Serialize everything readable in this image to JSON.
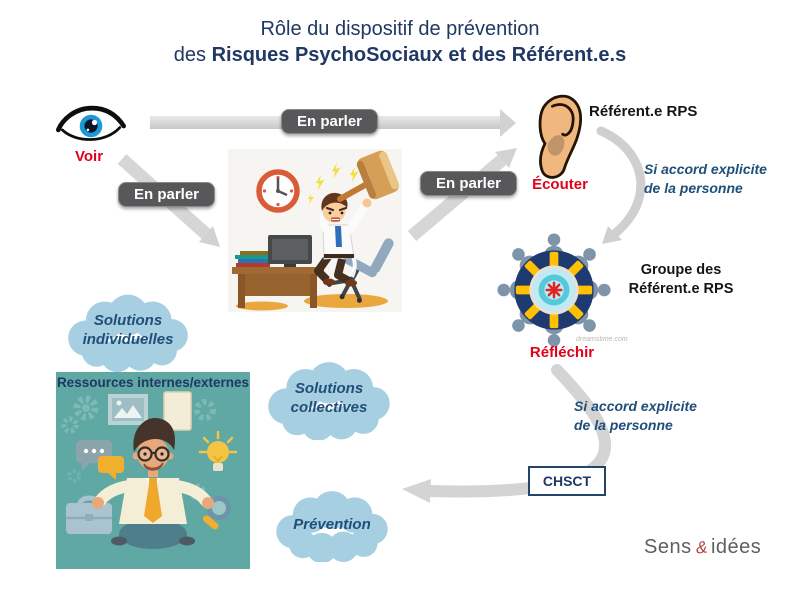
{
  "title": {
    "line1": "Rôle du dispositif de prévention",
    "line2_prefix": "des ",
    "line2_bold": "Risques PsychoSociaux et des Référent.e.s"
  },
  "flow": {
    "see_label": "Voir",
    "talk_label_top": "En parler",
    "talk_label_left": "En parler",
    "talk_label_right": "En parler",
    "listen_label": "Écouter",
    "listen_role": "Référent.e RPS",
    "group_line1": "Groupe des",
    "group_line2": "Référent.e RPS",
    "reflect_label": "Réfléchir"
  },
  "conditions": {
    "after_listen": {
      "line1": "Si accord explicite",
      "line2": "de la personne"
    },
    "after_reflect": {
      "line1": "Si accord explicite",
      "line2": "de la personne"
    }
  },
  "outcomes": {
    "individual": {
      "line1": "Solutions",
      "line2": "individuelles"
    },
    "collective": {
      "line1": "Solutions",
      "line2": "collectives"
    },
    "prevention": {
      "line1": "Prévention"
    },
    "chsct": "CHSCT"
  },
  "resources": {
    "title": "Ressources internes/externes"
  },
  "watermark": "dreamstime.com",
  "logo": {
    "word1": "Sens",
    "amp": "&",
    "word2": "idées"
  },
  "colors": {
    "navy": "#1f3864",
    "blue_text": "#1f4e79",
    "red": "#e2001a",
    "cloud_blue": "#a6cfe2",
    "teal_box": "#5fa8a3",
    "pill_gray": "#58585a",
    "arrow_gray": "#d6d6d6",
    "group_navy": "#1e3a70",
    "group_yellow": "#ffc000"
  }
}
